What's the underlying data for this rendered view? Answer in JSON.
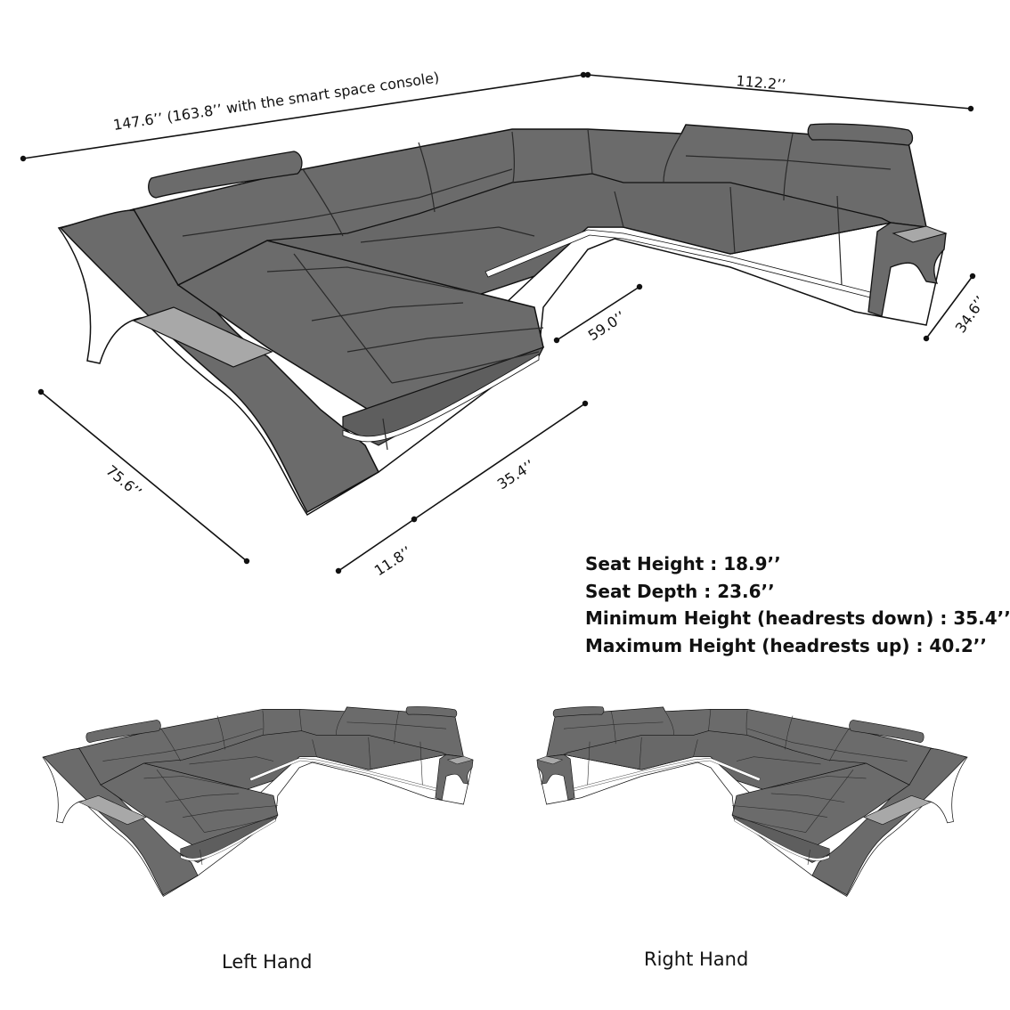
{
  "dimensions": {
    "total_width": "147.6’’ (163.8’’ with the smart space console)",
    "right_width": "112.2’’",
    "right_depth": "34.6’’",
    "chaise_inner": "59.0’’",
    "chaise_length": "75.6’’",
    "chaise_front": "35.4’’",
    "arm_front": "11.8’’"
  },
  "specs": [
    {
      "label": "Seat Height  : ",
      "value": "18.9’’"
    },
    {
      "label": "Seat Depth : ",
      "value": "23.6’’"
    },
    {
      "label": "Minimum Height (headrests down) : ",
      "value": "35.4’’"
    },
    {
      "label": "Maximum Height (headrests up) : ",
      "value": "40.2’’"
    }
  ],
  "variants": {
    "left_label": "Left Hand",
    "right_label": "Right Hand"
  },
  "colors": {
    "upholstery": "#6b6b6b",
    "seam": "#2a2a2a",
    "console": "#a8a8a8",
    "light_strip": "#ffffff"
  }
}
